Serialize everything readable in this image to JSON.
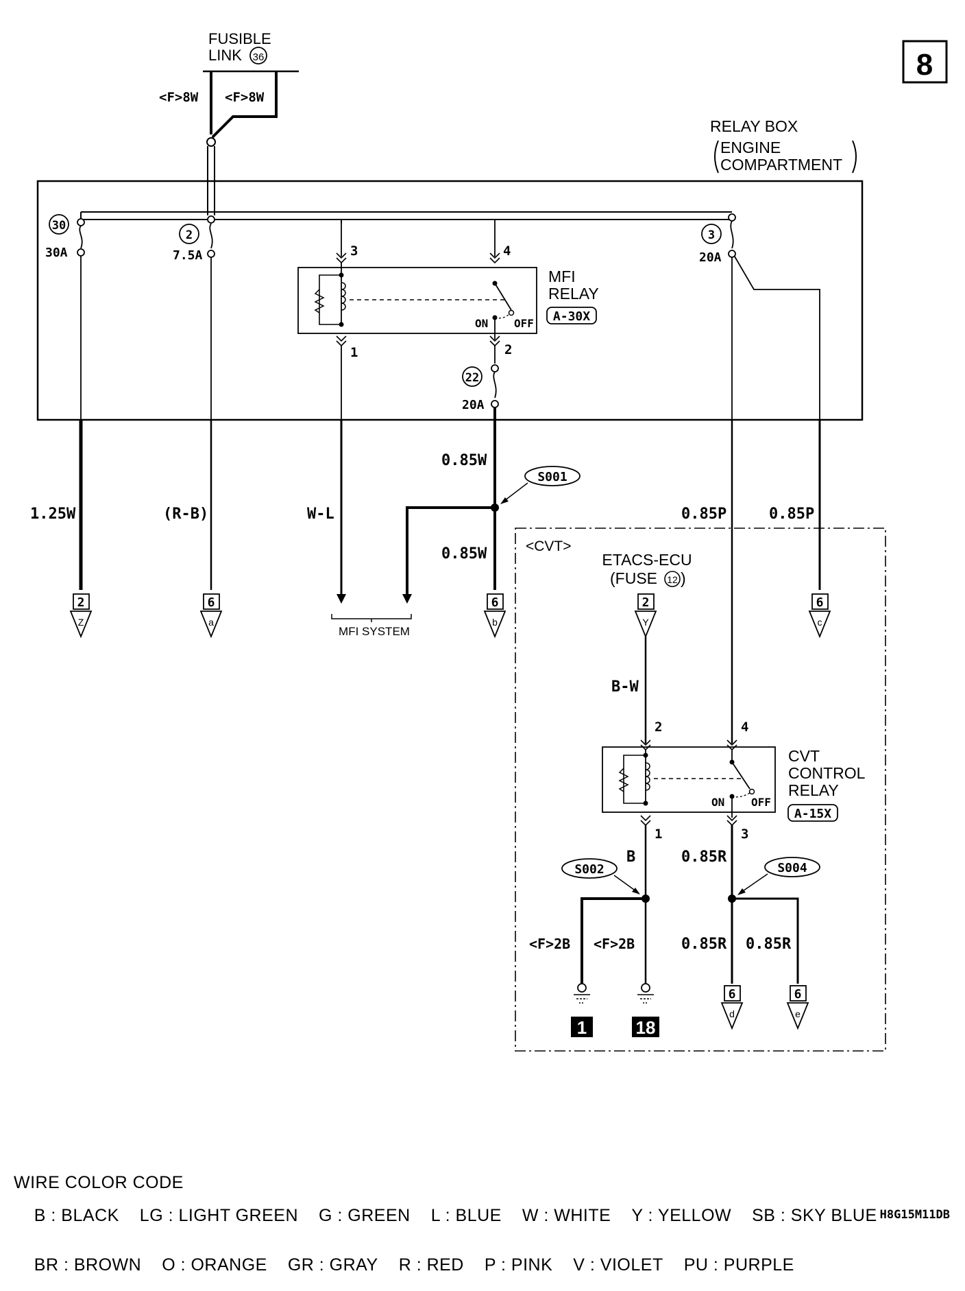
{
  "page_number": "8",
  "fusible_link": {
    "line1": "FUSIBLE",
    "line2": "LINK",
    "number": "36"
  },
  "fusible_wires": [
    "<F>8W",
    "<F>8W"
  ],
  "relay_box": {
    "line1": "RELAY BOX",
    "line2": "ENGINE",
    "line3": "COMPARTMENT"
  },
  "fuses": [
    {
      "number": "30",
      "rating": "30A"
    },
    {
      "number": "2",
      "rating": "7.5A"
    },
    {
      "number": "3",
      "rating": "20A"
    },
    {
      "number": "22",
      "rating": "20A"
    }
  ],
  "mfi_relay": {
    "line1": "MFI",
    "line2": "RELAY",
    "connector": "A-30X",
    "pins": [
      "3",
      "4",
      "1",
      "2"
    ],
    "on": "ON",
    "off": "OFF"
  },
  "cvt_relay": {
    "line1": "CVT",
    "line2": "CONTROL",
    "line3": "RELAY",
    "connector": "A-15X",
    "pins": [
      "2",
      "4",
      "1",
      "3"
    ],
    "on": "ON",
    "off": "OFF"
  },
  "wires": {
    "w1": "1.25W",
    "w2": "(R-B)",
    "w3": "W-L",
    "w4a": "0.85W",
    "w4b": "0.85W",
    "w5": "0.85P",
    "w6": "0.85P",
    "bw": "B-W",
    "b": "B",
    "r1": "0.85R",
    "g1": "<F>2B",
    "g2": "<F>2B",
    "r2": "0.85R",
    "r3": "0.85R"
  },
  "splices": [
    "S001",
    "S002",
    "S004"
  ],
  "cvt_label": "<CVT>",
  "etacs": {
    "line1": "ETACS-ECU",
    "line2": "(FUSE",
    "fuse": "12",
    "line2_end": ")"
  },
  "mfi_system": "MFI SYSTEM",
  "connectors": [
    {
      "box": "2",
      "letter": "Z"
    },
    {
      "box": "6",
      "letter": "a"
    },
    {
      "box": "6",
      "letter": "b"
    },
    {
      "box": "6",
      "letter": "c"
    },
    {
      "box": "2",
      "letter": "Y"
    },
    {
      "box": "6",
      "letter": "d"
    },
    {
      "box": "6",
      "letter": "e"
    }
  ],
  "grounds": [
    "1",
    "18"
  ],
  "legend": {
    "title": "WIRE COLOR CODE",
    "row1": [
      "B : BLACK",
      "LG : LIGHT GREEN",
      "G : GREEN",
      "L : BLUE",
      "W : WHITE",
      "Y : YELLOW",
      "SB : SKY BLUE"
    ],
    "row2": [
      "BR : BROWN",
      "O : ORANGE",
      "GR : GRAY",
      "R : RED",
      "P : PINK",
      "V : VIOLET",
      "PU : PURPLE"
    ],
    "code": "H8G15M11DB"
  }
}
